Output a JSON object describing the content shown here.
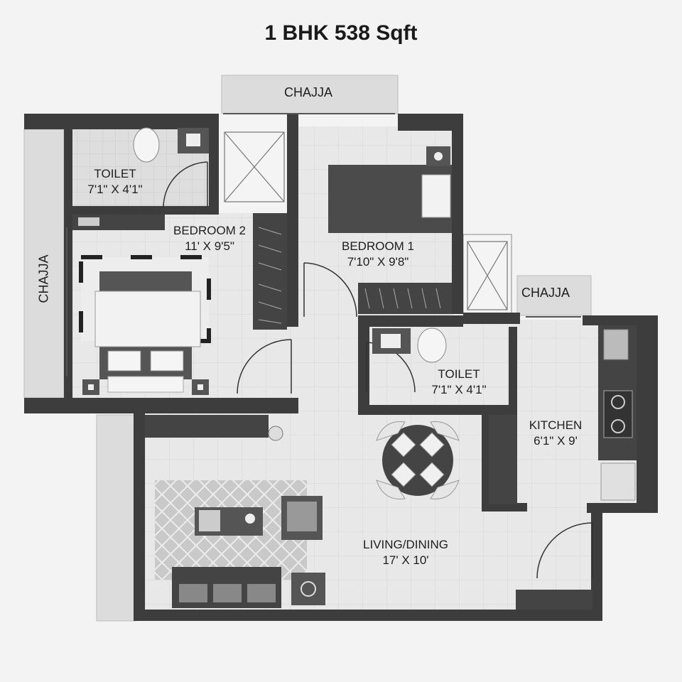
{
  "title": "1 BHK 538 Sqft",
  "rooms": {
    "toilet_top": {
      "name": "TOILET",
      "size": "7'1\" X 4'1\""
    },
    "bedroom2": {
      "name": "BEDROOM 2",
      "size": "11' X 9'5\""
    },
    "bedroom1": {
      "name": "BEDROOM 1",
      "size": "7'10\" X 9'8\""
    },
    "toilet_mid": {
      "name": "TOILET",
      "size": "7'1\" X 4'1\""
    },
    "kitchen": {
      "name": "KITCHEN",
      "size": "6'1\" X 9'"
    },
    "living": {
      "name": "LIVING/DINING",
      "size": "17' X 10'"
    }
  },
  "chajja": {
    "top": "CHAJJA",
    "left": "CHAJJA",
    "right": "CHAJJA"
  },
  "colors": {
    "wall": "#3d3d3d",
    "floor": "#e6e6e6",
    "chajja": "#dcdcdc",
    "furniture_dark": "#4a4a4a"
  }
}
